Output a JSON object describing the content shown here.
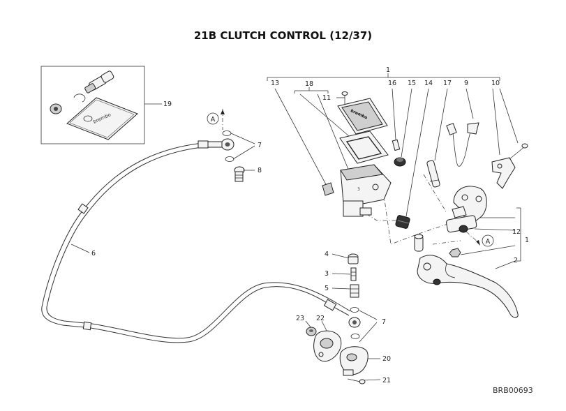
{
  "title": "21B CLUTCH CONTROL (12/37)",
  "drawing_code": "BRB00693",
  "kit_brand": "brembo",
  "marker": "A",
  "labels": {
    "n1_top": "1",
    "n1_right": "1",
    "n2": "2",
    "n3": "3",
    "n4": "4",
    "n5": "5",
    "n6": "6",
    "n7_top": "7",
    "n7_bottom": "7",
    "n8": "8",
    "n9": "9",
    "n10": "10",
    "n11": "11",
    "n12": "12",
    "n13": "13",
    "n14": "14",
    "n15": "15",
    "n16": "16",
    "n17": "17",
    "n18": "18",
    "n19": "19",
    "n20": "20",
    "n21": "21",
    "n22": "22",
    "n23": "23"
  }
}
